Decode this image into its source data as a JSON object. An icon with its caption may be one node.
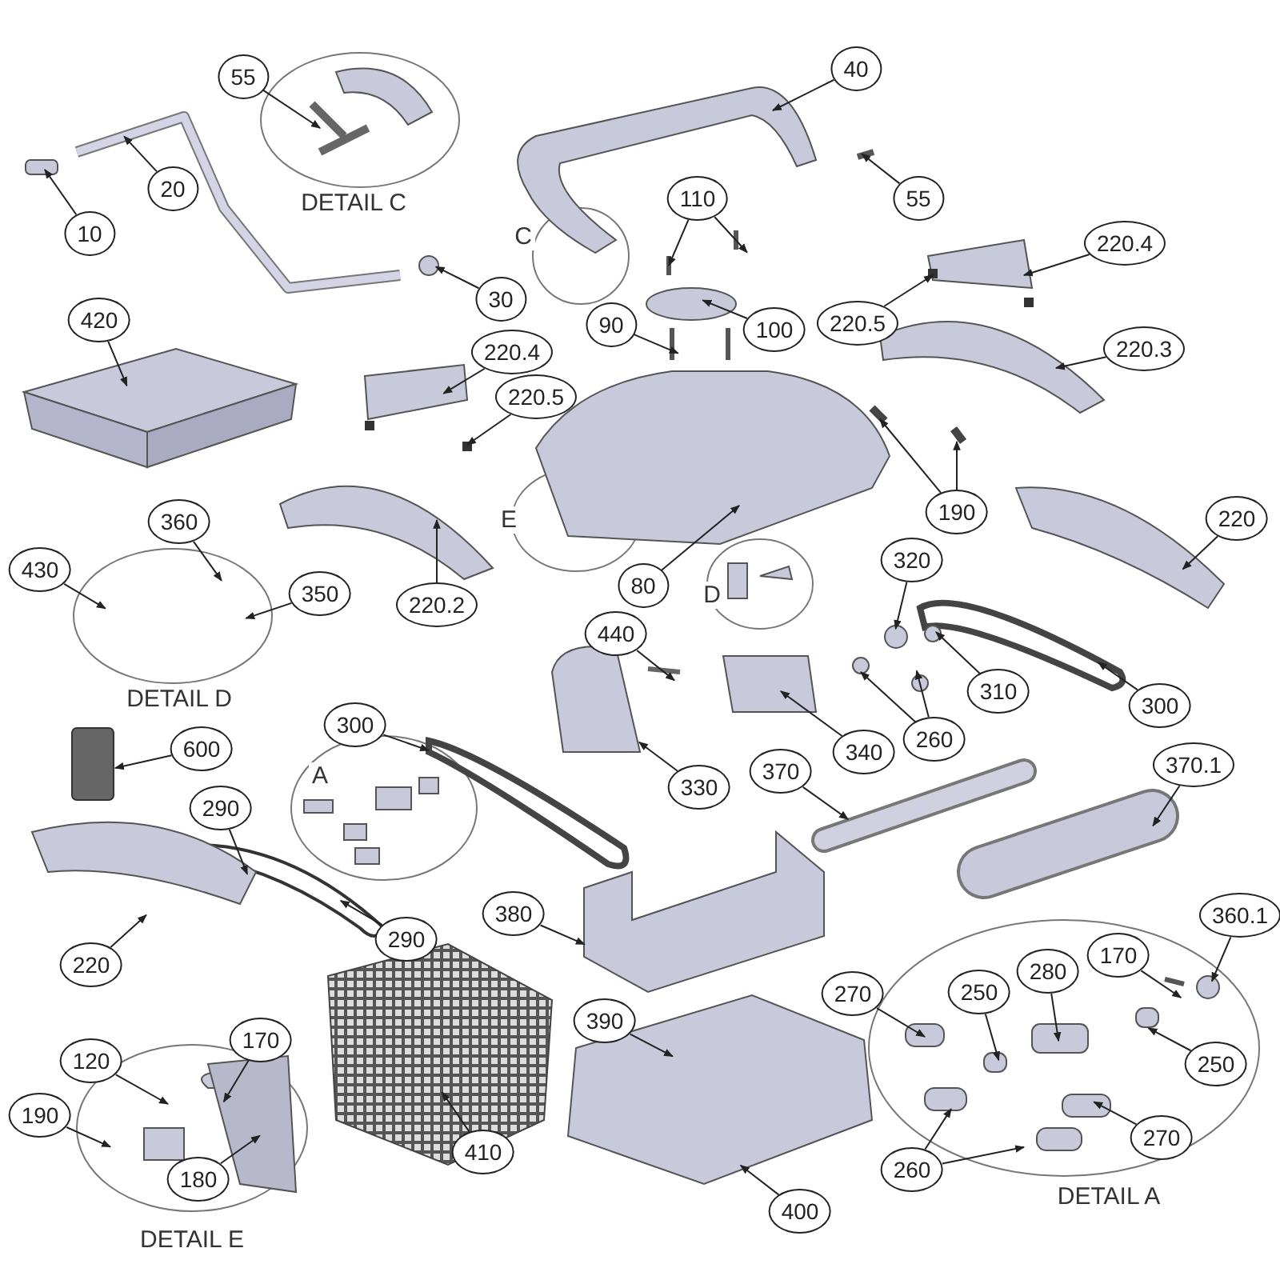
{
  "diagram": {
    "nodes": [
      {
        "text": [
          "55"
        ]
      },
      {
        "text": [
          "10"
        ]
      },
      {
        "text": [
          "20"
        ]
      },
      {
        "text": [
          "30"
        ]
      },
      {
        "text": [
          "40"
        ]
      },
      {
        "text": [
          "55"
        ]
      },
      {
        "text": [
          "110"
        ]
      },
      {
        "text": [
          "100"
        ]
      },
      {
        "text": [
          "90"
        ]
      },
      {
        "text": [
          "220.4"
        ]
      },
      {
        "text": [
          "220.5"
        ]
      },
      {
        "text": [
          "220.4"
        ]
      },
      {
        "text": [
          "220.5"
        ]
      },
      {
        "text": [
          "220.3"
        ]
      },
      {
        "text": [
          "420"
        ]
      },
      {
        "text": [
          "220.2"
        ]
      },
      {
        "text": [
          "80"
        ]
      },
      {
        "text": [
          "190"
        ]
      },
      {
        "text": [
          "360"
        ]
      },
      {
        "text": [
          "430"
        ]
      },
      {
        "text": [
          "350"
        ]
      },
      {
        "text": [
          "220"
        ]
      },
      {
        "text": [
          "320"
        ]
      },
      {
        "text": [
          "310"
        ]
      },
      {
        "text": [
          "300"
        ]
      },
      {
        "text": [
          "440"
        ]
      },
      {
        "text": [
          "260"
        ]
      },
      {
        "text": [
          "340"
        ]
      },
      {
        "text": [
          "330"
        ]
      },
      {
        "text": [
          "370"
        ]
      },
      {
        "text": [
          "370.1"
        ]
      },
      {
        "text": [
          "300"
        ]
      },
      {
        "text": [
          "600"
        ]
      },
      {
        "text": [
          "290"
        ]
      },
      {
        "text": [
          "290"
        ]
      },
      {
        "text": [
          "220"
        ]
      },
      {
        "text": [
          "380"
        ]
      },
      {
        "text": [
          "390"
        ]
      },
      {
        "text": [
          "410"
        ]
      },
      {
        "text": [
          "120"
        ]
      },
      {
        "text": [
          "170"
        ]
      },
      {
        "text": [
          "190"
        ]
      },
      {
        "text": [
          "180"
        ]
      },
      {
        "text": [
          "400"
        ]
      },
      {
        "text": [
          "270"
        ]
      },
      {
        "text": [
          "250"
        ]
      },
      {
        "text": [
          "280"
        ]
      },
      {
        "text": [
          "170"
        ]
      },
      {
        "text": [
          "360.1"
        ]
      },
      {
        "text": [
          "250"
        ]
      },
      {
        "text": [
          "270"
        ]
      },
      {
        "text": [
          "260"
        ]
      }
    ],
    "edges": [
      {
        "from": 0,
        "to": null,
        "arrow": "to"
      },
      {
        "from": 1,
        "to": null,
        "arrow": "to"
      },
      {
        "from": 2,
        "to": null,
        "arrow": "to"
      },
      {
        "from": 3,
        "to": null,
        "arrow": "to"
      },
      {
        "from": 4,
        "to": null,
        "arrow": "to"
      },
      {
        "from": 5,
        "to": null,
        "arrow": "to"
      },
      {
        "from": 6,
        "to": null,
        "arrow": "to"
      },
      {
        "from": 6,
        "to": null,
        "arrow": "to"
      },
      {
        "from": 7,
        "to": null,
        "arrow": "to"
      },
      {
        "from": 8,
        "to": null,
        "arrow": "to"
      },
      {
        "from": 9,
        "to": null,
        "arrow": "to"
      },
      {
        "from": 10,
        "to": null,
        "arrow": "to"
      },
      {
        "from": 11,
        "to": null,
        "arrow": "to"
      },
      {
        "from": 12,
        "to": null,
        "arrow": "to"
      },
      {
        "from": 13,
        "to": null,
        "arrow": "to"
      },
      {
        "from": 14,
        "to": null,
        "arrow": "to"
      },
      {
        "from": 15,
        "to": null,
        "arrow": "to"
      },
      {
        "from": 16,
        "to": null,
        "arrow": "to"
      },
      {
        "from": 17,
        "to": null,
        "arrow": "to"
      },
      {
        "from": 17,
        "to": null,
        "arrow": "to"
      },
      {
        "from": 18,
        "to": null,
        "arrow": "to"
      },
      {
        "from": 19,
        "to": null,
        "arrow": "to"
      },
      {
        "from": 20,
        "to": null,
        "arrow": "to"
      },
      {
        "from": 21,
        "to": null,
        "arrow": "to"
      },
      {
        "from": 22,
        "to": null,
        "arrow": "to"
      },
      {
        "from": 23,
        "to": null,
        "arrow": "to"
      },
      {
        "from": 24,
        "to": null,
        "arrow": "to"
      },
      {
        "from": 25,
        "to": null,
        "arrow": "to"
      },
      {
        "from": 26,
        "to": null,
        "arrow": "to"
      },
      {
        "from": 26,
        "to": null,
        "arrow": "to"
      },
      {
        "from": 27,
        "to": null,
        "arrow": "to"
      },
      {
        "from": 28,
        "to": null,
        "arrow": "to"
      },
      {
        "from": 29,
        "to": null,
        "arrow": "to"
      },
      {
        "from": 30,
        "to": null,
        "arrow": "to"
      },
      {
        "from": 31,
        "to": null,
        "arrow": "to"
      },
      {
        "from": 32,
        "to": null,
        "arrow": "to"
      },
      {
        "from": 33,
        "to": null,
        "arrow": "to"
      },
      {
        "from": 34,
        "to": null,
        "arrow": "to"
      },
      {
        "from": 35,
        "to": null,
        "arrow": "to"
      },
      {
        "from": 36,
        "to": null,
        "arrow": "to"
      },
      {
        "from": 37,
        "to": null,
        "arrow": "to"
      },
      {
        "from": 38,
        "to": null,
        "arrow": "to"
      },
      {
        "from": 39,
        "to": null,
        "arrow": "to"
      },
      {
        "from": 40,
        "to": null,
        "arrow": "to"
      },
      {
        "from": 41,
        "to": null,
        "arrow": "to"
      },
      {
        "from": 42,
        "to": null,
        "arrow": "to"
      },
      {
        "from": 43,
        "to": null,
        "arrow": "to"
      },
      {
        "from": 44,
        "to": null,
        "arrow": "to"
      },
      {
        "from": 45,
        "to": null,
        "arrow": "to"
      },
      {
        "from": 46,
        "to": null,
        "arrow": "to"
      },
      {
        "from": 47,
        "to": null,
        "arrow": "to"
      },
      {
        "from": 48,
        "to": null,
        "arrow": "to"
      },
      {
        "from": 49,
        "to": null,
        "arrow": "to"
      },
      {
        "from": 50,
        "to": null,
        "arrow": "to"
      },
      {
        "from": 51,
        "to": null,
        "arrow": "to"
      },
      {
        "from": 51,
        "to": null,
        "arrow": "to"
      }
    ],
    "labels": [
      "DETAIL C",
      "C",
      "E",
      "D",
      "DETAIL D",
      "A",
      "DETAIL A",
      "DETAIL E"
    ]
  }
}
